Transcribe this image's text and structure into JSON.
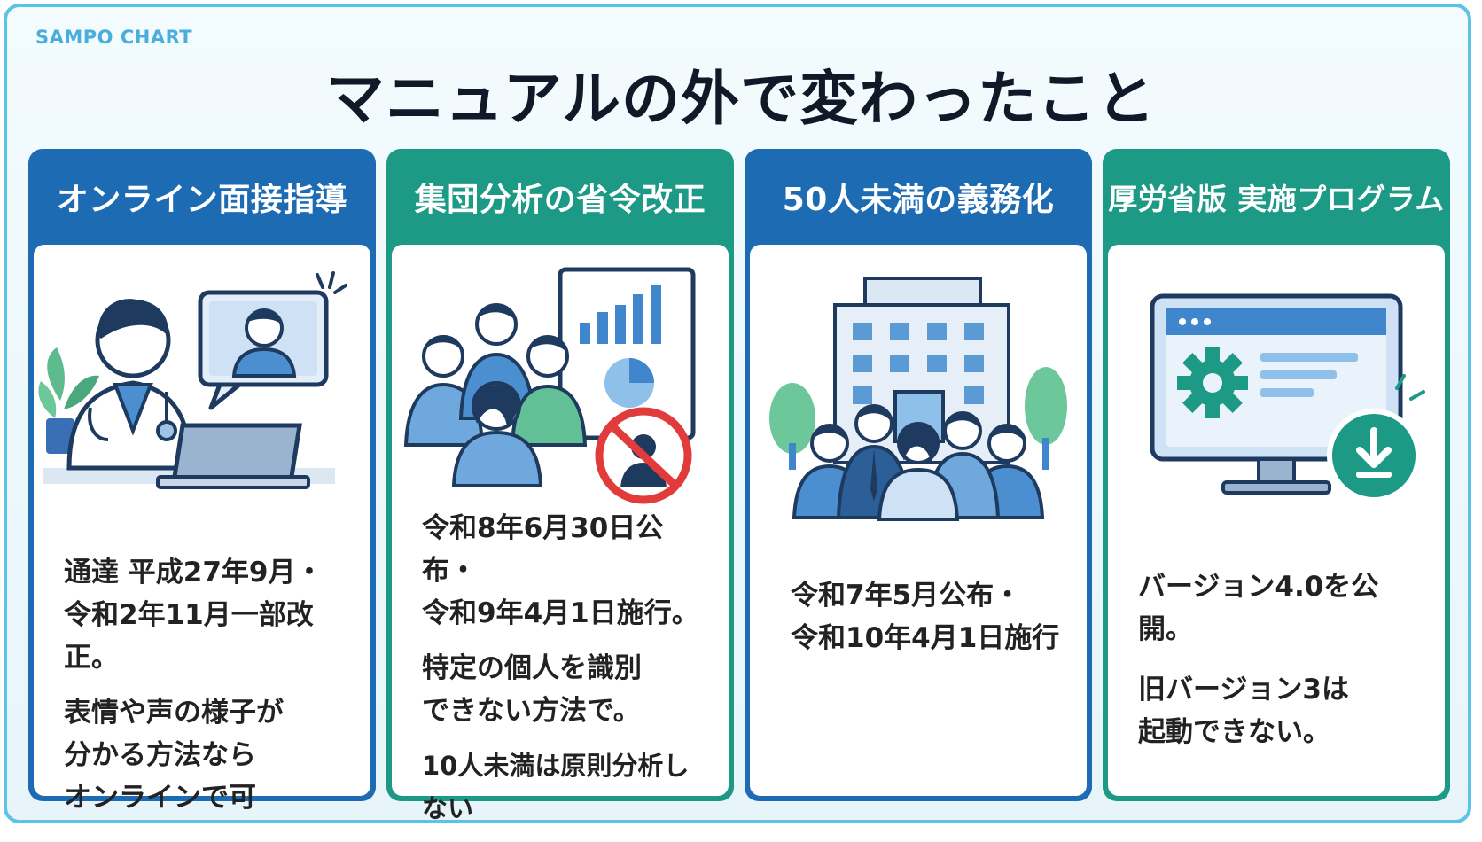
{
  "brand": "SAMPO CHART",
  "title": "マニュアルの外で変わったこと",
  "colors": {
    "blue": "#1d6bb3",
    "green": "#1d9a86",
    "frame": "#5cc3e6",
    "no_sign": "#e23b3b"
  },
  "cards": [
    {
      "heading": "オンライン面接指導",
      "icon": "doctor-video-call-icon",
      "lines": [
        "通達 平成27年9月・\n令和2年11月一部改正。",
        "表情や声の様子が\n分かる方法なら\nオンラインで可"
      ]
    },
    {
      "heading": "集団分析の省令改正",
      "icon": "group-analysis-icon",
      "lines": [
        "令和8年6月30日公布・\n令和9年4月1日施行。",
        "特定の個人を識別\nできない方法で。",
        "10人未満は原則分析しない"
      ]
    },
    {
      "heading": "50人未満の義務化",
      "icon": "office-building-people-icon",
      "lines": [
        "令和7年5月公布・\n令和10年4月1日施行"
      ]
    },
    {
      "heading": "厚労省版 実施プログラム",
      "icon": "monitor-download-icon",
      "lines": [
        "バージョン4.0を公開。",
        "旧バージョン3は\n起動できない。"
      ]
    }
  ]
}
